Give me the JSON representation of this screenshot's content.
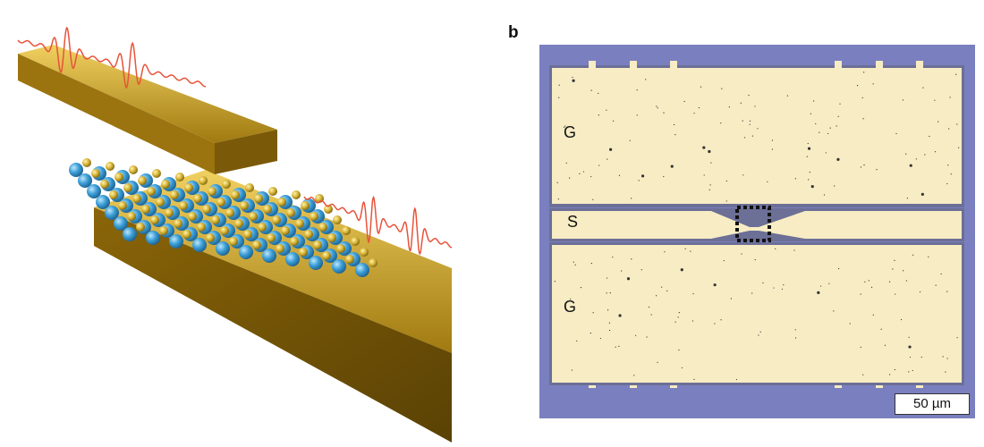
{
  "figure": {
    "panel_b_label": "b",
    "electrode_labels": {
      "top_ground": "G",
      "signal": "S",
      "bottom_ground": "G"
    },
    "scale_bar": "50 µm"
  },
  "colors": {
    "substrate": "#7a7fbf",
    "gold_pad": "#f7ecc4",
    "gold_bar": "#c9a227",
    "atom_blue": "#3b9fd8",
    "atom_gold": "#d9b73a",
    "wave": "#e8533a"
  }
}
